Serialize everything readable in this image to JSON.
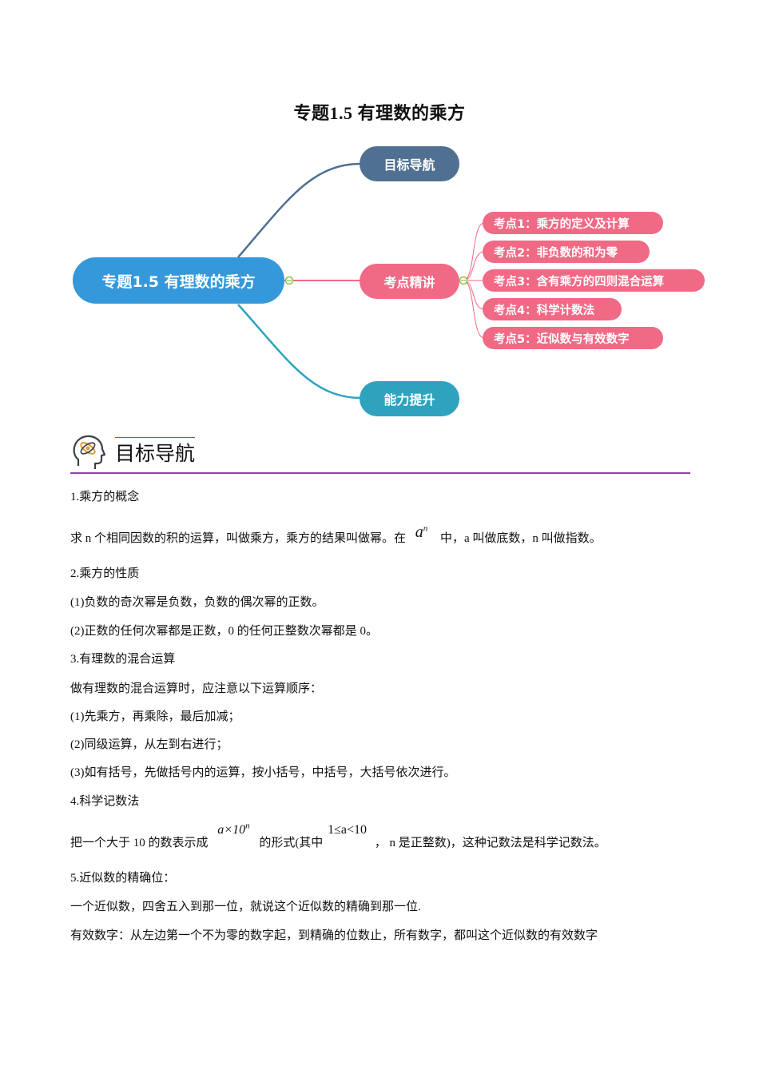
{
  "document": {
    "title": "专题1.5  有理数的乘方"
  },
  "mindmap": {
    "root": "专题1.5 有理数的乘方",
    "branches": [
      {
        "label": "目标导航",
        "color": "#4f7091"
      },
      {
        "label": "考点精讲",
        "color": "#f06a85",
        "children": [
          "考点1：乘方的定义及计算",
          "考点2：非负数的和为零",
          "考点3：含有乘方的四则混合运算",
          "考点4：科学计数法",
          "考点5：近似数与有效数字"
        ]
      },
      {
        "label": "能力提升",
        "color": "#2fa3bd"
      }
    ],
    "root_color": "#3498db"
  },
  "section": {
    "heading": "目标导航",
    "icon": "head-brain-icon",
    "accent": "#8e44ad"
  },
  "content": {
    "h1": "1.乘方的概念",
    "p1_a": "求 n 个相同因数的积的运算，叫做乘方，乘方的结果叫做幂。在",
    "p1_math_base": "a",
    "p1_math_exp": "n",
    "p1_b": "中，a 叫做底数，n 叫做指数。",
    "h2": "2.乘方的性质",
    "p2_1": "(1)负数的奇次幂是负数，负数的偶次幂的正数。",
    "p2_2": "(2)正数的任何次幂都是正数，0 的任何正整数次幂都是 0。",
    "h3": "3.有理数的混合运算",
    "p3_0": "做有理数的混合运算时，应注意以下运算顺序：",
    "p3_1": "(1)先乘方，再乘除，最后加减；",
    "p3_2": "(2)同级运算，从左到右进行；",
    "p3_3": "(3)如有括号，先做括号内的运算，按小括号，中括号，大括号依次进行。",
    "h4": "4.科学记数法",
    "p4_a": "把一个大于 10 的数表示成",
    "p4_math1_a": "a×10",
    "p4_math1_exp": "n",
    "p4_b": "的形式(其中",
    "p4_math2": "1≤a<10",
    "p4_c": "，  n 是正整数)，这种记数法是科学记数法。",
    "h5": "5.近似数的精确位：",
    "p5_1": "一个近似数，四舍五入到那一位，就说这个近似数的精确到那一位.",
    "p5_2": "有效数字：从左边第一个不为零的数字起，到精确的位数止，所有数字，都叫这个近似数的有效数字"
  }
}
